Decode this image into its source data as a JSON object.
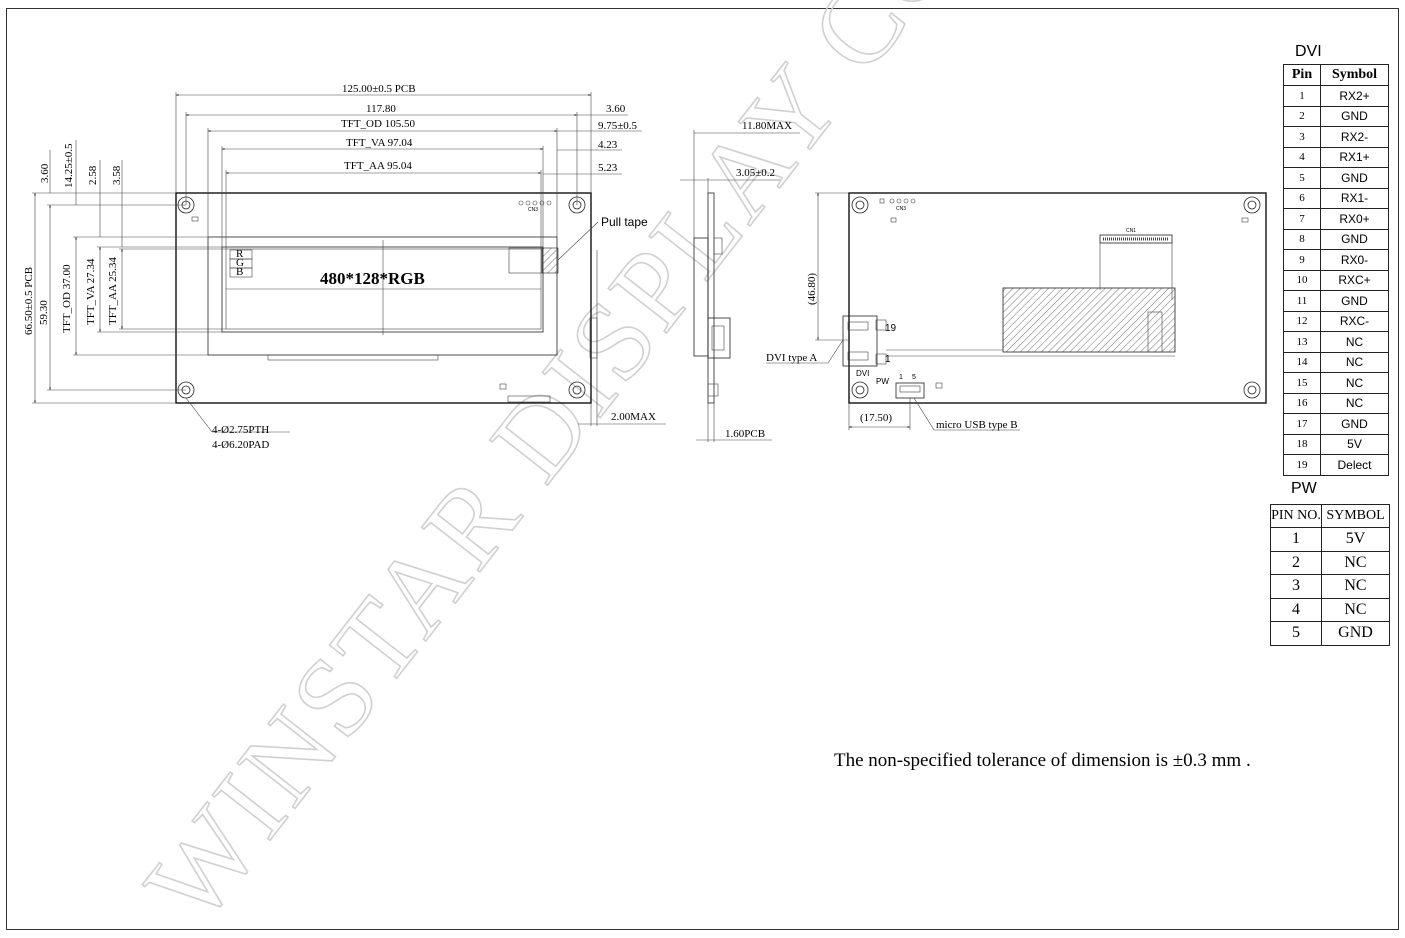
{
  "watermark": "WINSTAR DISPLAY CO., LTD.",
  "front_view": {
    "display_label": "480*128*RGB",
    "rgb_labels": [
      "R",
      "G",
      "B"
    ],
    "pull_tape": "Pull tape",
    "connector_label": "CN3",
    "horizontal_dims": [
      "125.00±0.5 PCB",
      "117.80",
      "TFT_OD 105.50",
      "TFT_VA 97.04",
      "TFT_AA 95.04",
      "3.60",
      "9.75±0.5",
      "4.23",
      "5.23"
    ],
    "vertical_dims": [
      "66.50±0.5 PCB",
      "59.30",
      "TFT_OD 37.00",
      "TFT_VA 27.34",
      "TFT_AA 25.34",
      "3.60",
      "14.25±0.5",
      "2.58",
      "3.58"
    ],
    "hole_note_1": "4-Ø2.75PTH",
    "hole_note_2": "4-Ø6.20PAD",
    "thickness_max": "2.00MAX"
  },
  "side_view": {
    "dim_total": "11.80MAX",
    "dim_offset": "3.05±0.2",
    "dim_pcb": "1.60PCB"
  },
  "back_view": {
    "dim_vertical": "(46.80)",
    "dim_horizontal": "(17.50)",
    "dvi_connector": "DVI  type A",
    "usb_connector": "micro USB  type B",
    "dvi_label": "DVI",
    "pw_label": "PW",
    "cn1_label": "CN1",
    "cn3_label": "CN3",
    "pin_19": "19",
    "pin_1": "1",
    "pw_pin_1": "1",
    "pw_pin_5": "5"
  },
  "dvi_table": {
    "title": "DVI",
    "headers": [
      "Pin",
      "Symbol"
    ],
    "rows": [
      [
        "1",
        "RX2+"
      ],
      [
        "2",
        "GND"
      ],
      [
        "3",
        "RX2-"
      ],
      [
        "4",
        "RX1+"
      ],
      [
        "5",
        "GND"
      ],
      [
        "6",
        "RX1-"
      ],
      [
        "7",
        "RX0+"
      ],
      [
        "8",
        "GND"
      ],
      [
        "9",
        "RX0-"
      ],
      [
        "10",
        "RXC+"
      ],
      [
        "11",
        "GND"
      ],
      [
        "12",
        "RXC-"
      ],
      [
        "13",
        "NC"
      ],
      [
        "14",
        "NC"
      ],
      [
        "15",
        "NC"
      ],
      [
        "16",
        "NC"
      ],
      [
        "17",
        "GND"
      ],
      [
        "18",
        "5V"
      ],
      [
        "19",
        "Delect"
      ]
    ]
  },
  "pw_table": {
    "title": "PW",
    "headers": [
      "PIN NO.",
      "SYMBOL"
    ],
    "rows": [
      [
        "1",
        "5V"
      ],
      [
        "2",
        "NC"
      ],
      [
        "3",
        "NC"
      ],
      [
        "4",
        "NC"
      ],
      [
        "5",
        "GND"
      ]
    ]
  },
  "tolerance_note": "The non-specified tolerance of dimension is ±0.3 mm ."
}
